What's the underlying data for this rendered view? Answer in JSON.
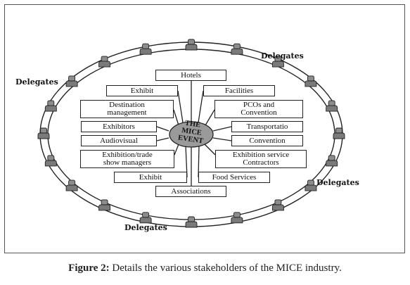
{
  "diagram": {
    "center": "THE MICE EVENT",
    "stakeholders": [
      "Hotels",
      "Exhibit",
      "Facilities",
      "Destination\nmanagement",
      "PCOs and\nConvention",
      "Exhibitors",
      "Transportatio",
      "Audiovisual",
      "Convention",
      "Exhibition/trade\nshow managers",
      "Exhibition service\nContractors",
      "Exhibit",
      "Food Services",
      "Associations"
    ],
    "delegate_labels": [
      "Delegates",
      "Delegates",
      "Delegates",
      "Delegates"
    ]
  },
  "caption": {
    "label": "Figure 2:",
    "text": " Details the various stakeholders of the MICE industry."
  }
}
